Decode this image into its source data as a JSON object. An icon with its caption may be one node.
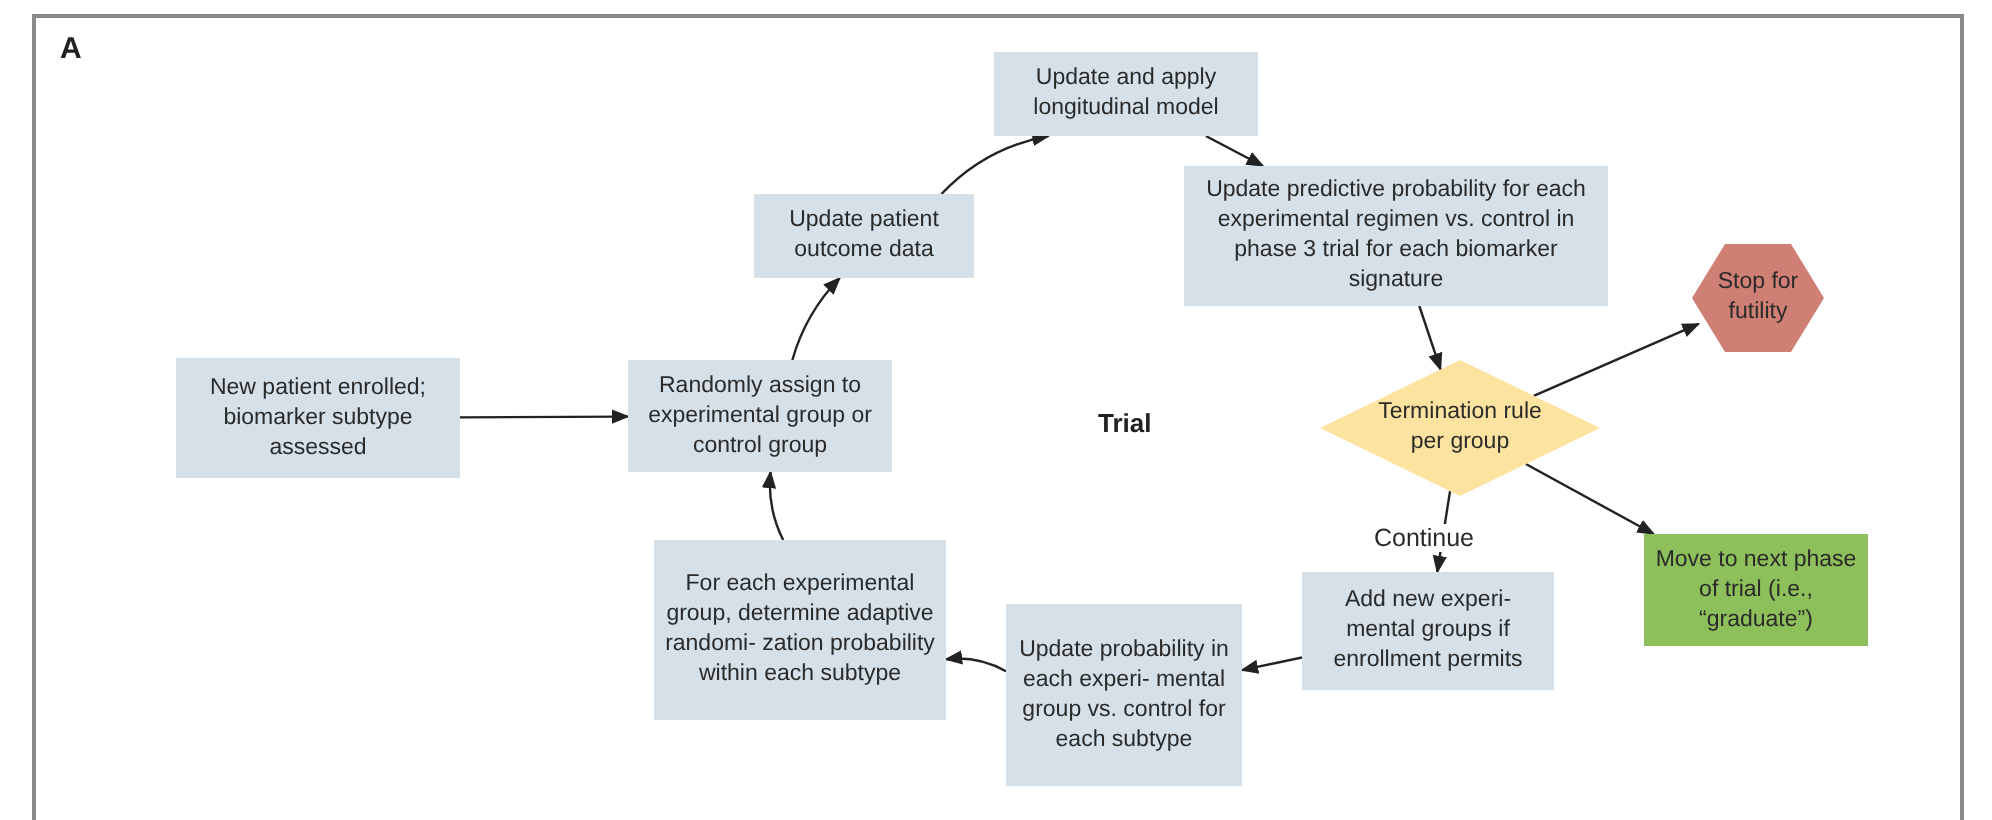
{
  "diagram": {
    "nodes": [
      {
        "text": [
          "New patient enrolled; biomarker subtype assessed"
        ]
      },
      {
        "text": [
          "Randomly assign to experimental group or control group"
        ]
      },
      {
        "text": [
          "Update patient outcome data"
        ]
      },
      {
        "text": [
          "Update and apply longitudinal model"
        ]
      },
      {
        "text": [
          "Update predictive probability for each experimental regimen vs. control in phase 3 trial for each biomarker signature"
        ]
      },
      {
        "text": [
          "Termination rule per group"
        ]
      },
      {
        "text": [
          "Stop for futility"
        ]
      },
      {
        "text": [
          "Move to next phase of trial (i.e., “graduate”)"
        ]
      },
      {
        "text": [
          "Add new experi- mental groups if enrollment permits"
        ]
      },
      {
        "text": [
          "Update probability in each experi- mental group vs. control for each subtype"
        ]
      },
      {
        "text": [
          "For each experimental group, determine adaptive randomi- zation probability within each subtype"
        ]
      }
    ],
    "edges": [
      {
        "from": 0,
        "to": 1,
        "arrow": "to"
      },
      {
        "from": 1,
        "to": 2,
        "arrow": "to"
      },
      {
        "from": 2,
        "to": 3,
        "arrow": "to"
      },
      {
        "from": 3,
        "to": 4,
        "arrow": "to"
      },
      {
        "from": 4,
        "to": 5,
        "arrow": "to"
      },
      {
        "from": 5,
        "to": 6,
        "arrow": "to"
      },
      {
        "from": 5,
        "to": 7,
        "arrow": "to"
      },
      {
        "from": 5,
        "to": 8,
        "arrow": "to",
        "label": "Continue"
      },
      {
        "from": 8,
        "to": 9,
        "arrow": "to"
      },
      {
        "from": 9,
        "to": 10,
        "arrow": "to"
      },
      {
        "from": 10,
        "to": 1,
        "arrow": "to"
      }
    ],
    "labels": [
      "A",
      "Trial"
    ]
  }
}
